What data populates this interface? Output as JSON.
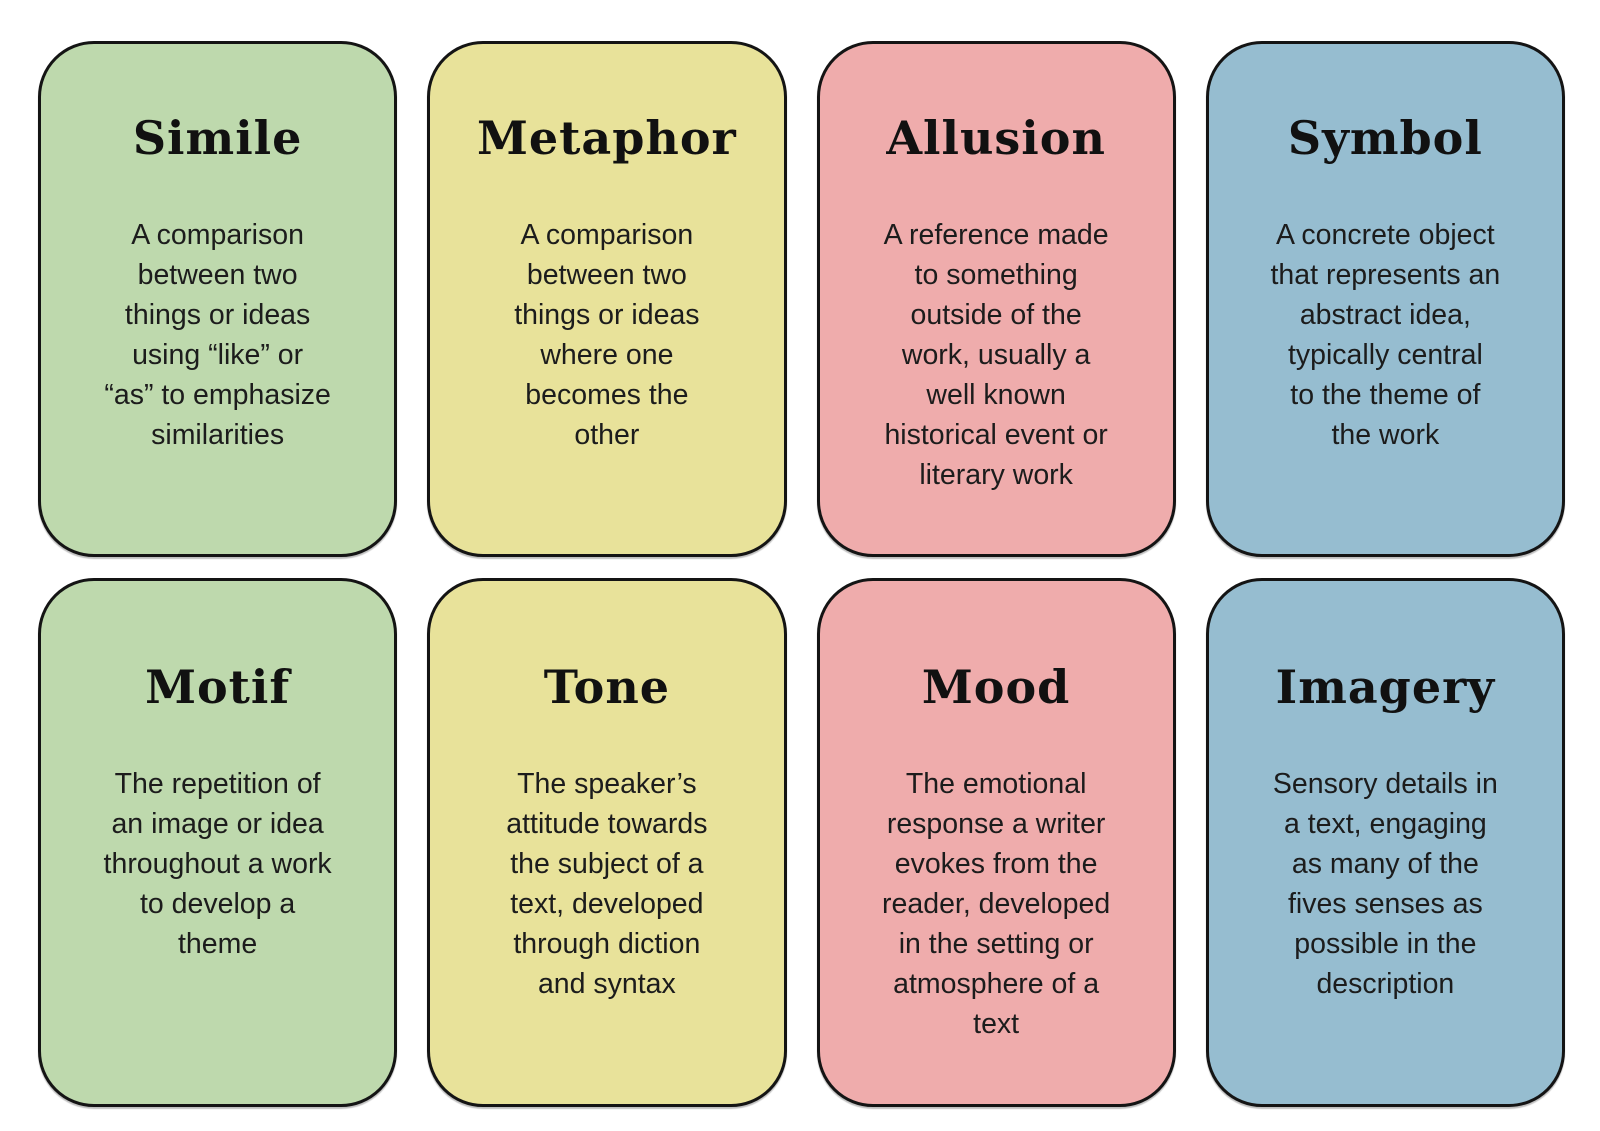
{
  "page": {
    "background_color": "#ffffff",
    "border_color": "#141414",
    "text_color": "#1c1c1c"
  },
  "cards": [
    {
      "term": "Simile",
      "color": "#bed9ad",
      "definition_lines": [
        "A comparison",
        "between two",
        "things or ideas",
        "using “like” or",
        "“as” to emphasize",
        "similarities"
      ]
    },
    {
      "term": "Metaphor",
      "color": "#e8e29a",
      "definition_lines": [
        "A comparison",
        "between two",
        "things or ideas",
        "where one",
        "becomes the",
        "other"
      ]
    },
    {
      "term": "Allusion",
      "color": "#efacac",
      "definition_lines": [
        "A reference made",
        "to something",
        "outside of the",
        "work, usually a",
        "well known",
        "historical event or",
        "literary work"
      ]
    },
    {
      "term": "Symbol",
      "color": "#96bdd0",
      "definition_lines": [
        "A concrete object",
        "that represents an",
        "abstract idea,",
        "typically central",
        "to the theme of",
        "the work"
      ]
    },
    {
      "term": "Motif",
      "color": "#bed9ad",
      "definition_lines": [
        "The repetition of",
        "an image or idea",
        "throughout a work",
        "to develop a",
        "theme"
      ]
    },
    {
      "term": "Tone",
      "color": "#e8e29a",
      "definition_lines": [
        "The speaker’s",
        "attitude towards",
        "the subject of a",
        "text, developed",
        "through diction",
        "and syntax"
      ]
    },
    {
      "term": "Mood",
      "color": "#efacac",
      "definition_lines": [
        "The emotional",
        "response a writer",
        "evokes from the",
        "reader, developed",
        "in the setting or",
        "atmosphere of a",
        "text"
      ]
    },
    {
      "term": "Imagery",
      "color": "#96bdd0",
      "definition_lines": [
        "Sensory details in",
        "a text, engaging",
        "as many of the",
        "fives senses as",
        "possible in the",
        "description"
      ]
    }
  ]
}
